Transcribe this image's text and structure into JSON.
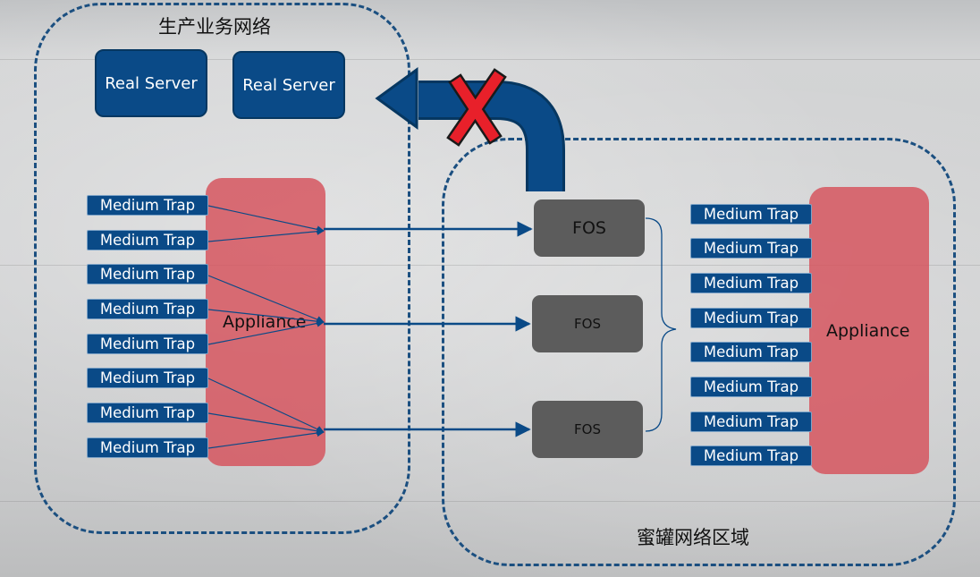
{
  "production_zone": {
    "title": "生产业务网络"
  },
  "honeypot_zone": {
    "title": "蜜罐网络区域"
  },
  "servers": [
    {
      "label": "Real Server"
    },
    {
      "label": "Real Server"
    }
  ],
  "left_appliance": {
    "label": "Appliance",
    "traps": [
      "Medium Trap",
      "Medium Trap",
      "Medium Trap",
      "Medium Trap",
      "Medium Trap",
      "Medium Trap",
      "Medium Trap",
      "Medium Trap"
    ]
  },
  "right_appliance": {
    "label": "Appliance",
    "traps": [
      "Medium Trap",
      "Medium Trap",
      "Medium Trap",
      "Medium Trap",
      "Medium Trap",
      "Medium Trap",
      "Medium Trap",
      "Medium Trap"
    ]
  },
  "fos_nodes": [
    "FOS",
    "FOS",
    "FOS"
  ],
  "colors": {
    "box_blue": "#0a4a87",
    "appliance_red": "#d6505a",
    "fos_gray": "#5c5c5c",
    "blocked_x": "#e8202a"
  },
  "icons": {
    "blocked": "blocked-x-icon",
    "return_arrow": "curved-arrow-icon"
  }
}
